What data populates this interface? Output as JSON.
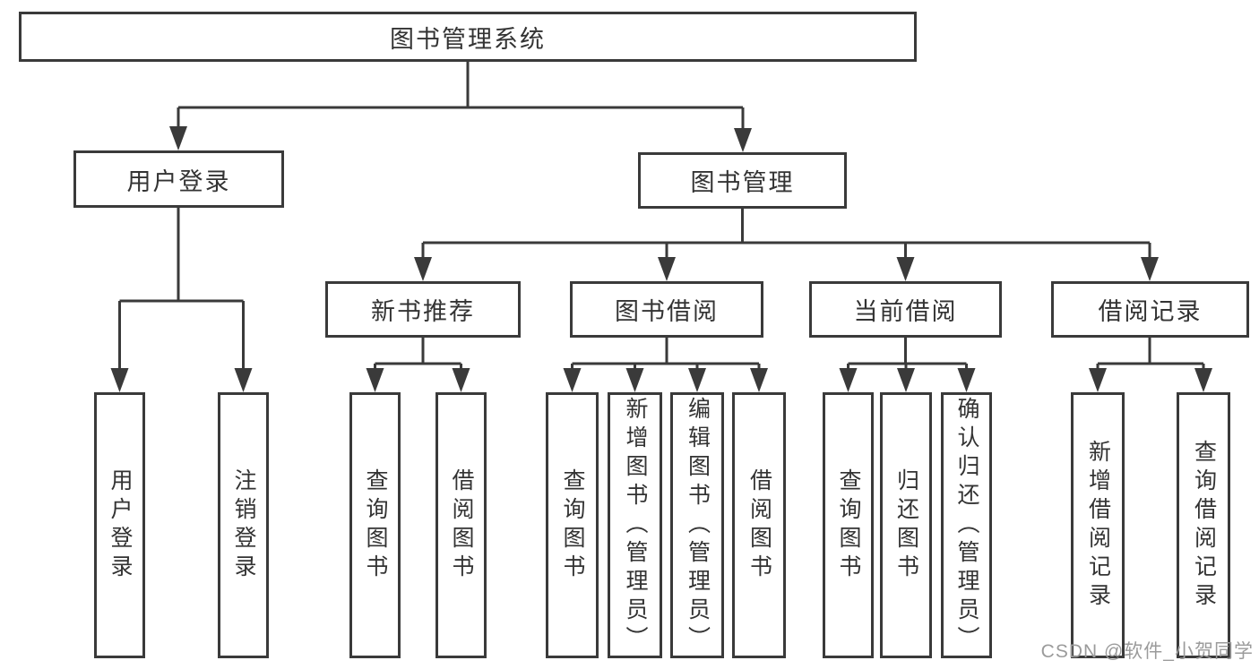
{
  "diagram": {
    "line_color": "#3a3a3a",
    "text_color": "#333333",
    "root": {
      "label": "图书管理系统"
    },
    "user_login": {
      "label": "用户登录",
      "children": {
        "login": {
          "label": "用户登录"
        },
        "logout": {
          "label": "注销登录"
        }
      }
    },
    "book_mgmt": {
      "label": "图书管理",
      "children": {
        "new_book": {
          "label": "新书推荐",
          "children": {
            "query_book": {
              "label": "查询图书"
            },
            "borrow_book": {
              "label": "借阅图书"
            }
          }
        },
        "book_borrow": {
          "label": "图书借阅",
          "children": {
            "query_book": {
              "label": "查询图书"
            },
            "add_book": {
              "label": "新增图书（管理员）"
            },
            "edit_book": {
              "label": "编辑图书（管理员）"
            },
            "borrow_book": {
              "label": "借阅图书"
            }
          }
        },
        "current_borrow": {
          "label": "当前借阅",
          "children": {
            "query_book": {
              "label": "查询图书"
            },
            "return_book": {
              "label": "归还图书"
            },
            "confirm_return": {
              "label": "确认归还（管理员）"
            }
          }
        },
        "borrow_records": {
          "label": "借阅记录",
          "children": {
            "add_record": {
              "label": "新增借阅记录"
            },
            "query_record": {
              "label": "查询借阅记录"
            }
          }
        }
      }
    }
  },
  "watermark": {
    "text": "CSDN @软件_小贺同学"
  }
}
